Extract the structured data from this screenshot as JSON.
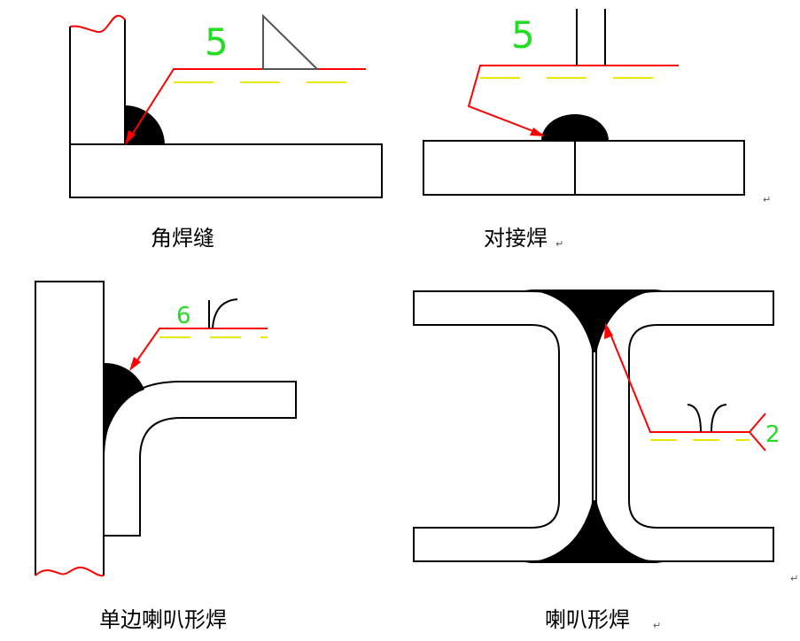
{
  "colors": {
    "outline": "#000000",
    "leader": "#ff0000",
    "dim_text": "#22dd22",
    "hidden_line": "#e8e800",
    "weld_fill": "#000000"
  },
  "panels": [
    {
      "key": "fillet",
      "caption": "角焊缝",
      "size_value": "5",
      "symbol": "fillet-triangle-symbol"
    },
    {
      "key": "butt",
      "caption": "对接焊",
      "size_value": "5",
      "symbol": "butt-square-groove-symbol"
    },
    {
      "key": "single_flare",
      "caption": "单边喇叭形焊",
      "size_value": "6",
      "symbol": "single-flare-bevel-symbol"
    },
    {
      "key": "flare",
      "caption": "喇叭形焊",
      "size_value": "2",
      "symbol": "flare-v-symbol"
    }
  ],
  "paragraph_mark": "↵"
}
